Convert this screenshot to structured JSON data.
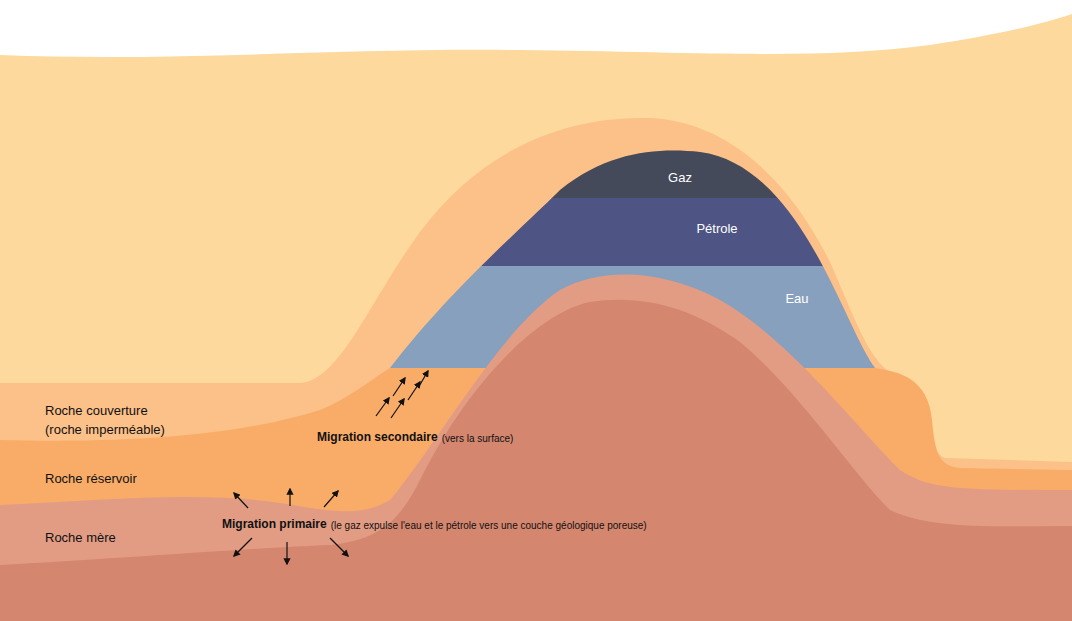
{
  "diagram": {
    "nodes": [
      {
        "text": [
          "Gaz"
        ]
      },
      {
        "text": [
          "Pétrole"
        ]
      },
      {
        "text": [
          "Eau"
        ]
      }
    ],
    "labels": [
      "Roche couverture",
      "(roche imperméable)",
      "Roche réservoir",
      "Roche mère",
      "Migration secondaire",
      "(vers la surface)",
      "Migration primaire",
      "(le gaz expulse l'eau et le pétrole vers une couche géologique poreuse)"
    ]
  }
}
